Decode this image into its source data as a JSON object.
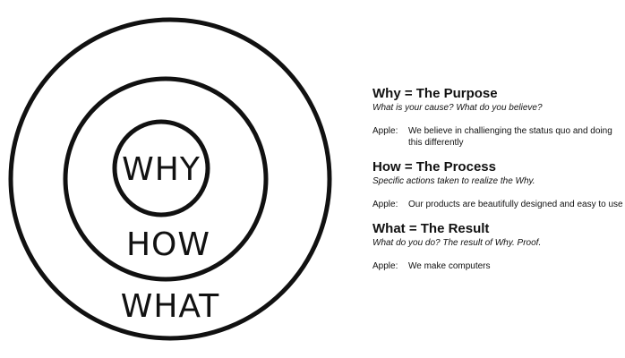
{
  "rings": [
    {
      "label": "WHY"
    },
    {
      "label": "HOW"
    },
    {
      "label": "WHAT"
    }
  ],
  "sections": [
    {
      "title": "Why = The Purpose",
      "subtitle": "What is your cause? What do you believe?",
      "apple_label": "Apple:",
      "apple_text": "We believe in challienging the status quo and doing this differently"
    },
    {
      "title": "How = The Process",
      "subtitle": "Specific actions taken to realize the Why.",
      "apple_label": "Apple:",
      "apple_text": "Our products are beautifully designed and easy to use"
    },
    {
      "title": "What = The Result",
      "subtitle": "What do you do? The result of Why. Proof.",
      "apple_label": "Apple:",
      "apple_text": "We make computers"
    }
  ]
}
